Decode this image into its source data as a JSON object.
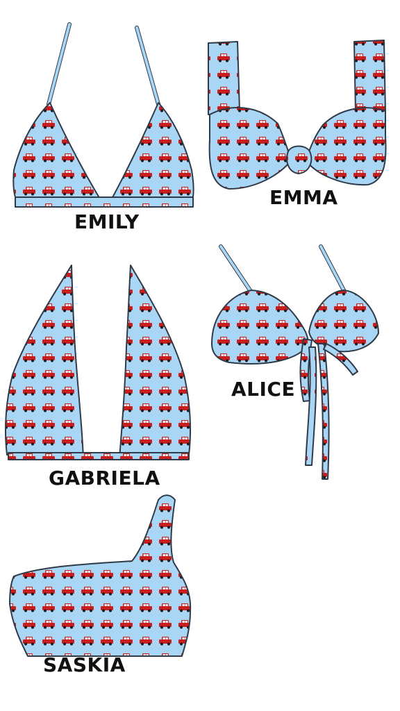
{
  "colors": {
    "fabric": "#a9d6f5",
    "car": "#c81e1e",
    "outline": "#2f3a48"
  },
  "items": [
    {
      "name": "EMILY"
    },
    {
      "name": "EMMA"
    },
    {
      "name": "GABRIELA"
    },
    {
      "name": "ALICE"
    },
    {
      "name": "SASKIA"
    }
  ]
}
